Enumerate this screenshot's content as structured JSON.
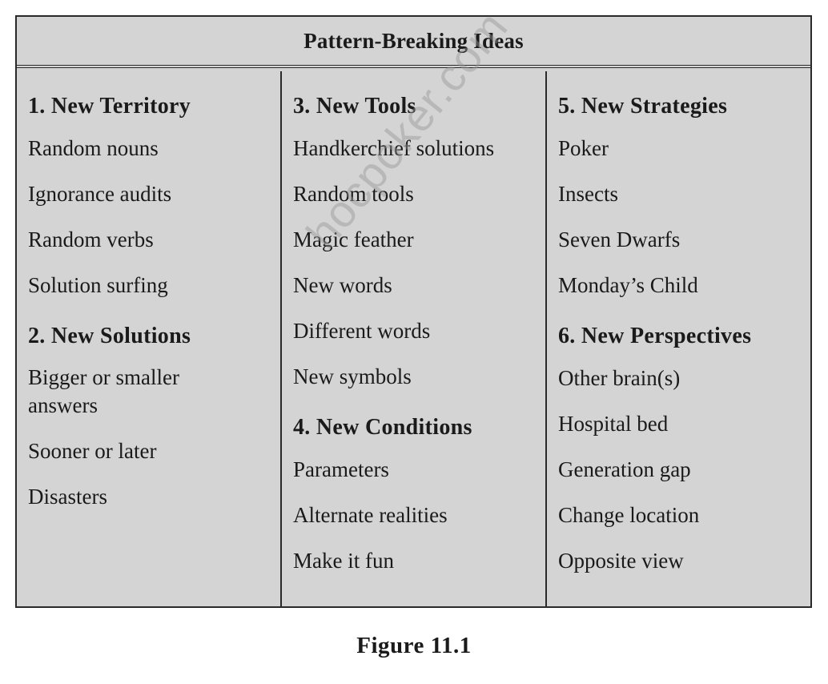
{
  "table": {
    "title": "Pattern-Breaking Ideas",
    "columns": [
      {
        "sections": [
          {
            "heading": "1. New Territory",
            "items": [
              "Random nouns",
              "Ignorance audits",
              "Random verbs",
              "Solution surfing"
            ]
          },
          {
            "heading": "2. New Solutions",
            "items": [
              "Bigger or smaller answers",
              "Sooner or later",
              "Disasters"
            ]
          }
        ]
      },
      {
        "sections": [
          {
            "heading": "3. New Tools",
            "items": [
              "Handkerchief solutions",
              "Random tools",
              "Magic feather",
              "New words",
              "Different words",
              "New symbols"
            ]
          },
          {
            "heading": "4. New Conditions",
            "items": [
              "Parameters",
              "Alternate realities",
              "Make it fun"
            ]
          }
        ]
      },
      {
        "sections": [
          {
            "heading": "5. New Strategies",
            "items": [
              "Poker",
              "Insects",
              "Seven Dwarfs",
              "Monday’s Child"
            ]
          },
          {
            "heading": "6. New Perspectives",
            "items": [
              "Other brain(s)",
              "Hospital bed",
              "Generation gap",
              "Change location",
              "Opposite view"
            ]
          }
        ]
      }
    ]
  },
  "watermark": "hocpoker.com",
  "caption": "Figure 11.1"
}
